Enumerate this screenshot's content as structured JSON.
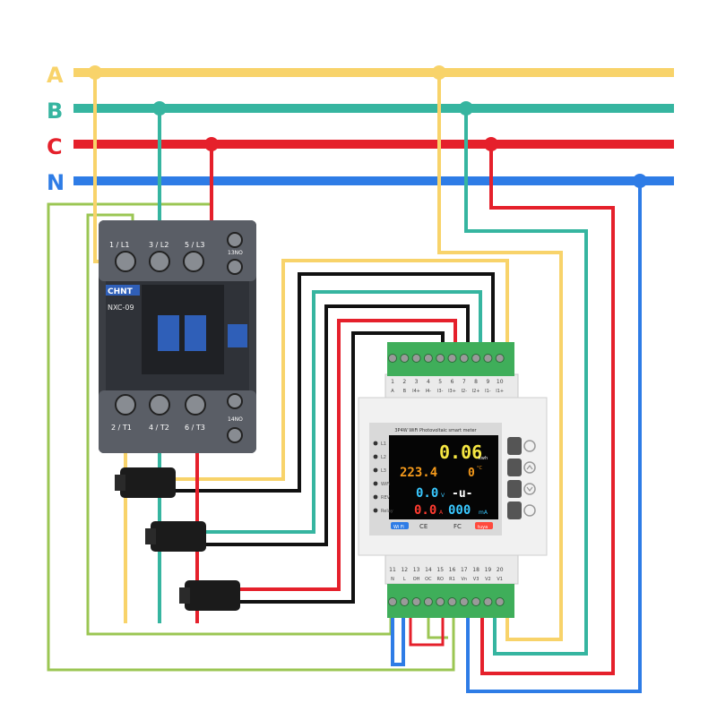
{
  "phases": {
    "a": {
      "label": "A",
      "color": "#F8D36A"
    },
    "b": {
      "label": "B",
      "color": "#36B5A0"
    },
    "c": {
      "label": "C",
      "color": "#E5202B"
    },
    "n": {
      "label": "N",
      "color": "#2E7CE6"
    }
  },
  "wire_colors": {
    "ground": "#9BC653",
    "black": "#111111"
  },
  "contactor": {
    "brand": "CHNT",
    "model": "NXC-09",
    "top_terminals": [
      "1 / L1",
      "3 / L2",
      "5 / L3",
      "13NO"
    ],
    "bottom_terminals": [
      "2 / T1",
      "4 / T2",
      "6 / T3",
      "14NO"
    ]
  },
  "meter": {
    "title": "3P4W WiFi Photovoltaic smart meter",
    "top_numbers": [
      "1",
      "2",
      "3",
      "4",
      "5",
      "6",
      "7",
      "8",
      "9",
      "10"
    ],
    "top_labels": [
      "A",
      "B",
      "I4+",
      "I4-",
      "I3-",
      "I3+",
      "I2-",
      "I2+",
      "I1-",
      "I1+"
    ],
    "bottom_numbers": [
      "11",
      "12",
      "13",
      "14",
      "15",
      "16",
      "17",
      "18",
      "19",
      "20"
    ],
    "bottom_labels": [
      "N",
      "L",
      "OH",
      "OC",
      "RO",
      "R1",
      "Vn",
      "V3",
      "V2",
      "V1"
    ],
    "indicators": [
      "L1",
      "L2",
      "L3",
      "WiFi",
      "REV",
      "Relay"
    ],
    "display": {
      "energy": "0.06",
      "energy_unit": "kwh",
      "voltage": "223.4",
      "temperature": "0",
      "temp_unit": "°C",
      "value_v": "0.0",
      "value_v_unit": "V",
      "value_u": "-u-",
      "current": "0.0",
      "current_unit": "A",
      "milliamp": "000",
      "milliamp_unit": "mA"
    },
    "badges": {
      "wifi": "Wi Fi",
      "ce": "CE",
      "fc": "FC",
      "tuya": "tuya"
    }
  }
}
